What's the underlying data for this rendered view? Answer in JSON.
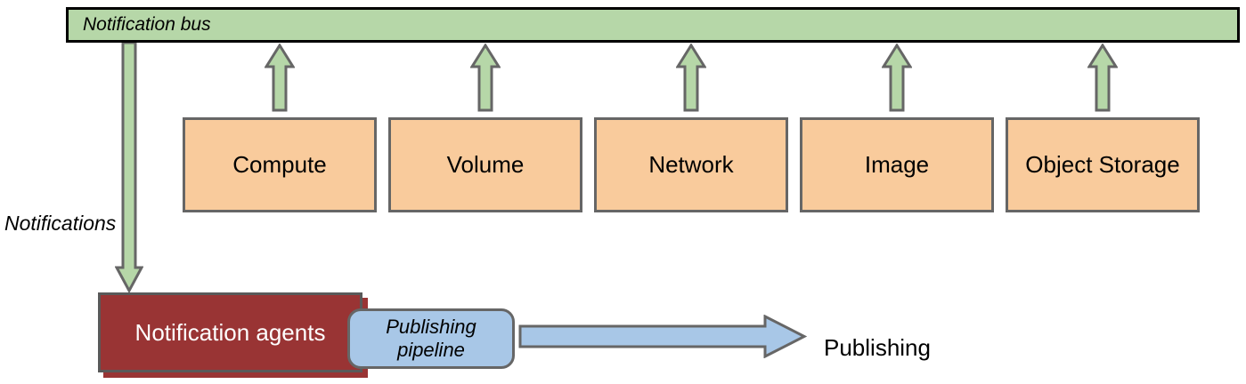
{
  "diagram": {
    "bus": {
      "label": "Notification bus"
    },
    "services": [
      {
        "label": "Compute"
      },
      {
        "label": "Volume"
      },
      {
        "label": "Network"
      },
      {
        "label": "Image"
      },
      {
        "label": "Object Storage"
      }
    ],
    "down_flow_label": "Notifications",
    "agents": {
      "label": "Notification agents"
    },
    "pipeline": {
      "label": "Publishing pipeline"
    },
    "output_label": "Publishing",
    "colors": {
      "bus_fill": "#b6d7a8",
      "bus_border": "#000000",
      "green_arrow_fill": "#b6d7a8",
      "service_fill": "#f9cb9c",
      "box_border_gray": "#666666",
      "agents_fill": "#993434",
      "agents_text": "#ffffff",
      "pipeline_fill": "#a8c7e7",
      "blue_arrow_fill": "#a8c7e7"
    }
  }
}
